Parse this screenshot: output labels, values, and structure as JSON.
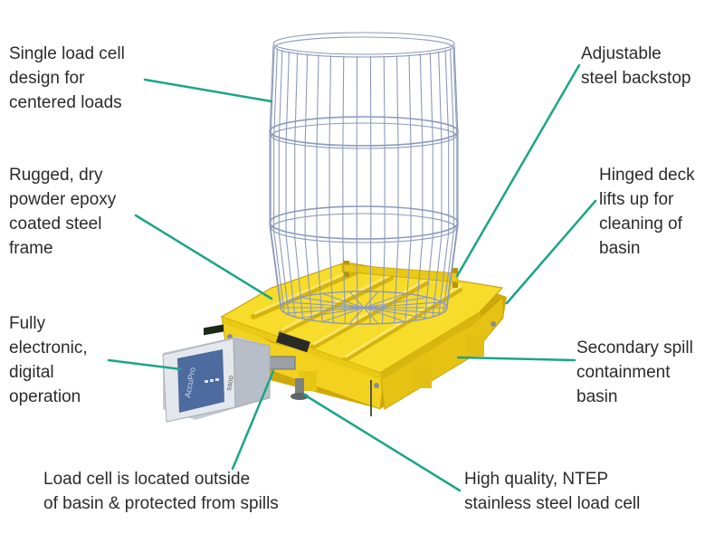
{
  "accent_color": "#1aa587",
  "colors": {
    "deck_yellow": "#f6d928",
    "deck_shadow": "#d9b70f",
    "basket_wire": "#8a98b8",
    "controller_body": "#dfe2e8",
    "controller_panel": "#4f6ea3"
  },
  "controller": {
    "brand": "AccuPro",
    "model": "ssoo"
  },
  "callouts": {
    "single_load_cell": [
      "Single load cell",
      "design for",
      "centered loads"
    ],
    "adjustable_backstop": [
      "Adjustable",
      "steel backstop"
    ],
    "rugged_frame": [
      "Rugged, dry",
      "powder epoxy",
      "coated steel",
      "frame"
    ],
    "hinged_deck": [
      "Hinged deck",
      "lifts up for",
      "cleaning of",
      "basin"
    ],
    "fully_electronic": [
      "Fully",
      "electronic,",
      "digital",
      "operation"
    ],
    "secondary_spill": [
      "Secondary spill",
      "containment",
      "basin"
    ],
    "load_cell_outside": [
      "Load cell is located outside",
      "of basin & protected from spills"
    ],
    "ntep_load_cell": [
      "High quality, NTEP",
      "stainless steel load cell"
    ]
  }
}
